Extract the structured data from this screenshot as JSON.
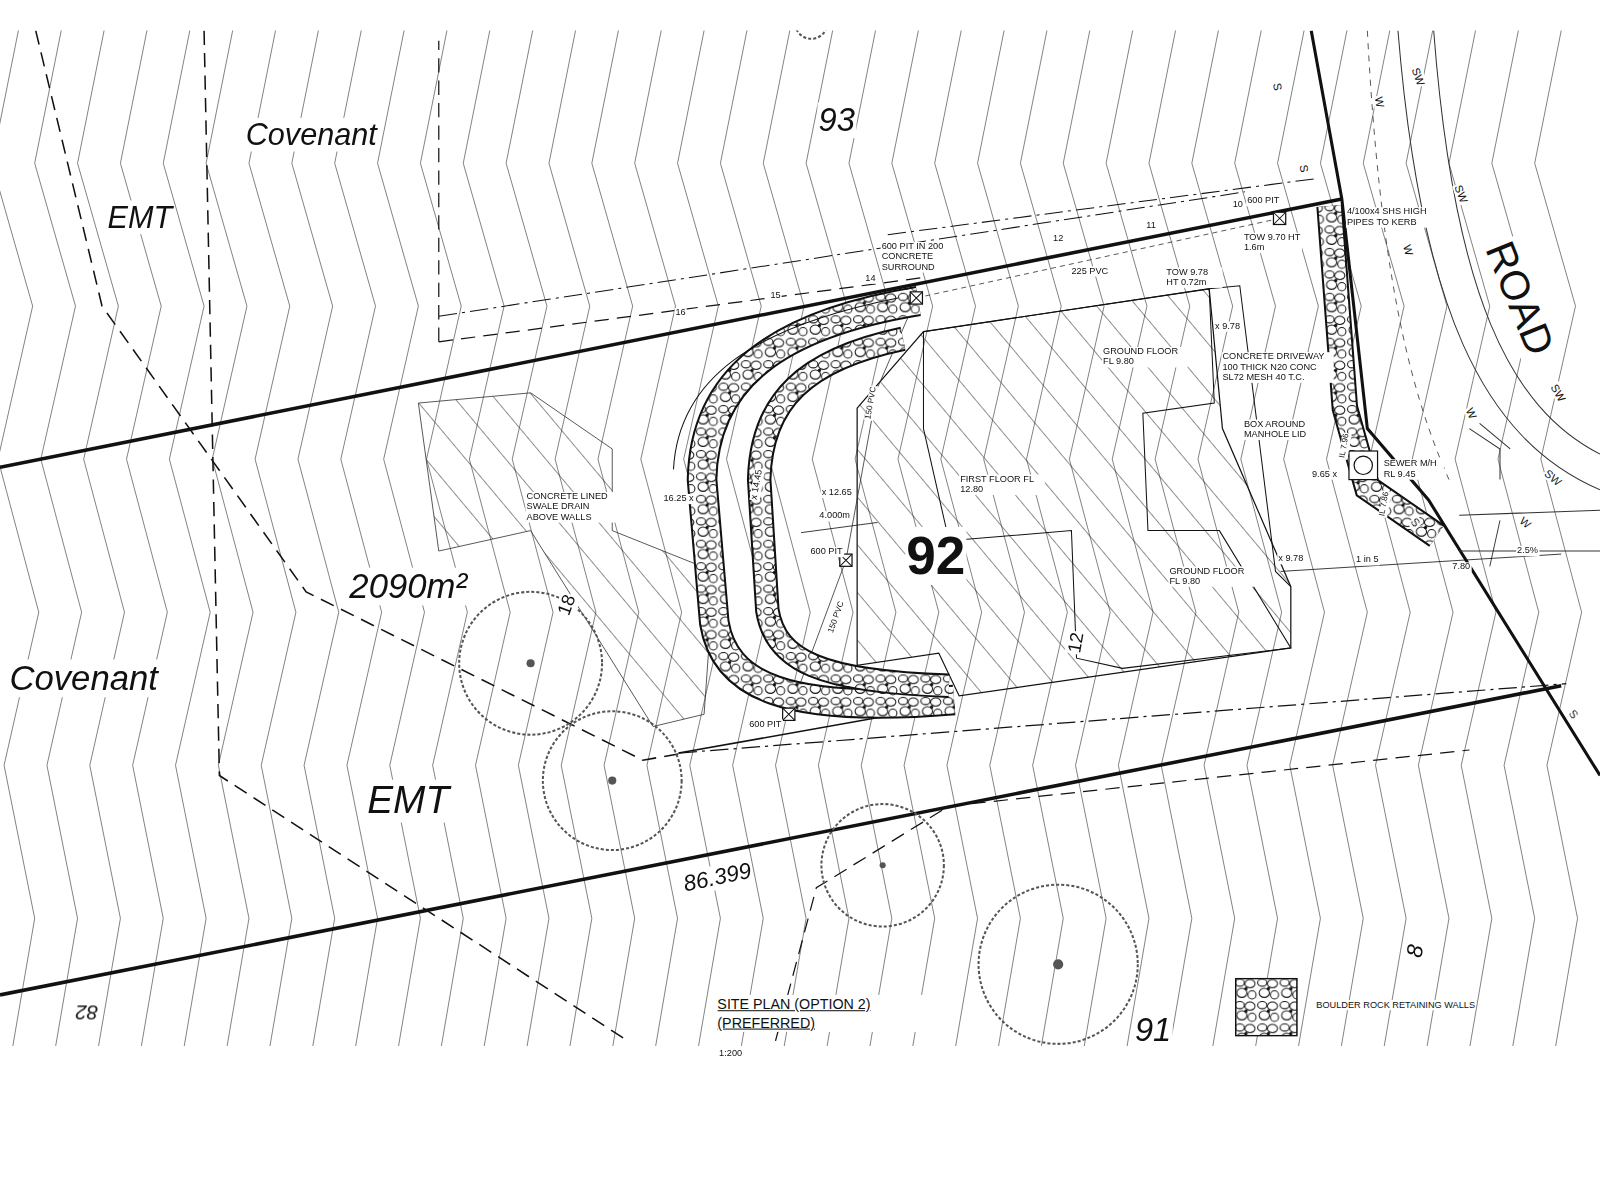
{
  "diagram": {
    "caption": "SITE PLAN (OPTION 2) (PREFERRED)",
    "labels": [
      "Covenant",
      "EMT",
      "93",
      "ROAD",
      "600 PIT",
      "10",
      "11",
      "12",
      "14",
      "15",
      "16",
      "600 PIT IN 200 CONCRETE SURROUND",
      "225 PVC",
      "TOW 9.78 HT 0.72m",
      "TOW 9.70 HT 1.6m",
      "4/100x4 SHS HIGH PIPES TO KERB",
      "x 9.78",
      "GROUND FLOOR FL 9.80",
      "CONCRETE DRIVEWAY 100 THICK N20 CONC SL72 MESH 40 T.C.",
      "BOX AROUND MANHOLE LID",
      "IL 7.96",
      "SEWER M/H RL 9.45",
      "9.65 x",
      "IL 7.86",
      "CONCRETE LINED SWALE DRAIN ABOVE WALLS",
      "16.25 x",
      "x 14.45",
      "x 12.65",
      "150 PVC",
      "FIRST FLOOR FL 12.80",
      "4.000m",
      "600 PIT",
      "150 PVC",
      "92",
      "2090m²",
      "18",
      "Covenant",
      "GROUND FLOOR FL 9.80",
      "x 9.78",
      "1 in 5",
      "7.80",
      "2.5%",
      "600 PIT",
      "12",
      "EMT",
      "86.399",
      "91",
      "8",
      "82",
      "1:200",
      "SW",
      "SW",
      "SW",
      "SW",
      "W",
      "W",
      "W",
      "W",
      "S",
      "S",
      "S",
      "S"
    ],
    "legend": [
      {
        "text": "BOULDER ROCK RETAINING WALLS"
      }
    ]
  }
}
